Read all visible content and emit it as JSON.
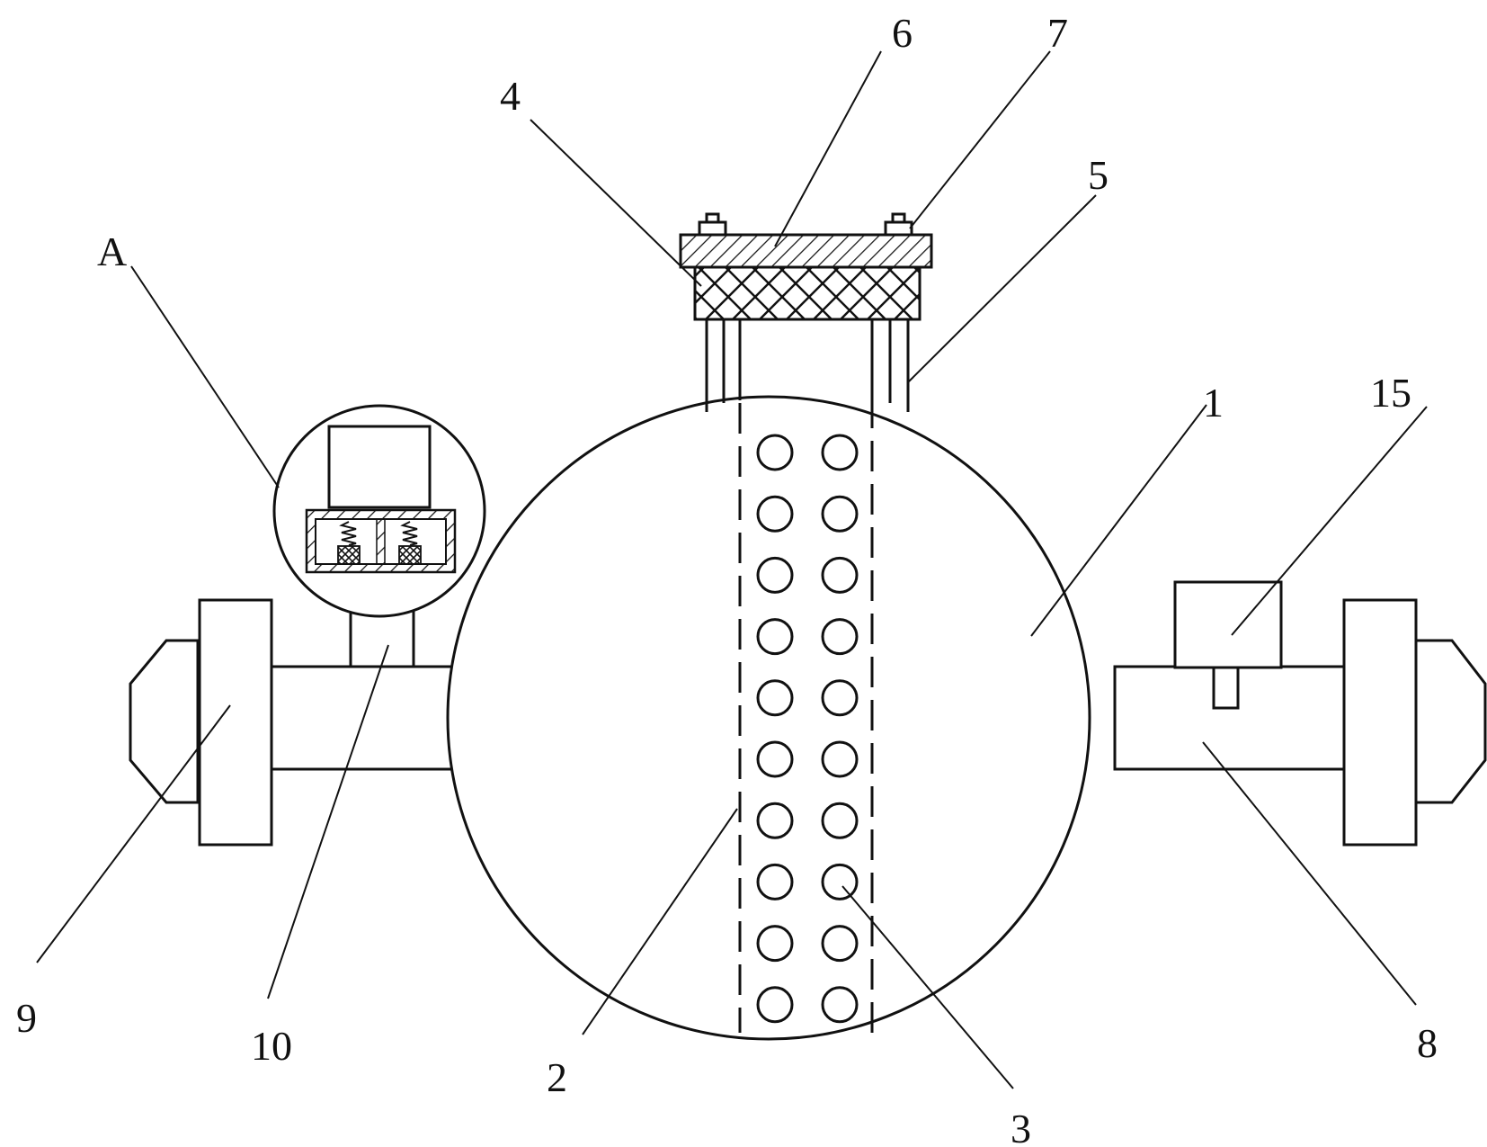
{
  "labels": {
    "n1": "1",
    "n2": "2",
    "n3": "3",
    "n4": "4",
    "n5": "5",
    "n6": "6",
    "n7": "7",
    "n8": "8",
    "n9": "9",
    "n10": "10",
    "n15": "15",
    "nA": "A"
  }
}
